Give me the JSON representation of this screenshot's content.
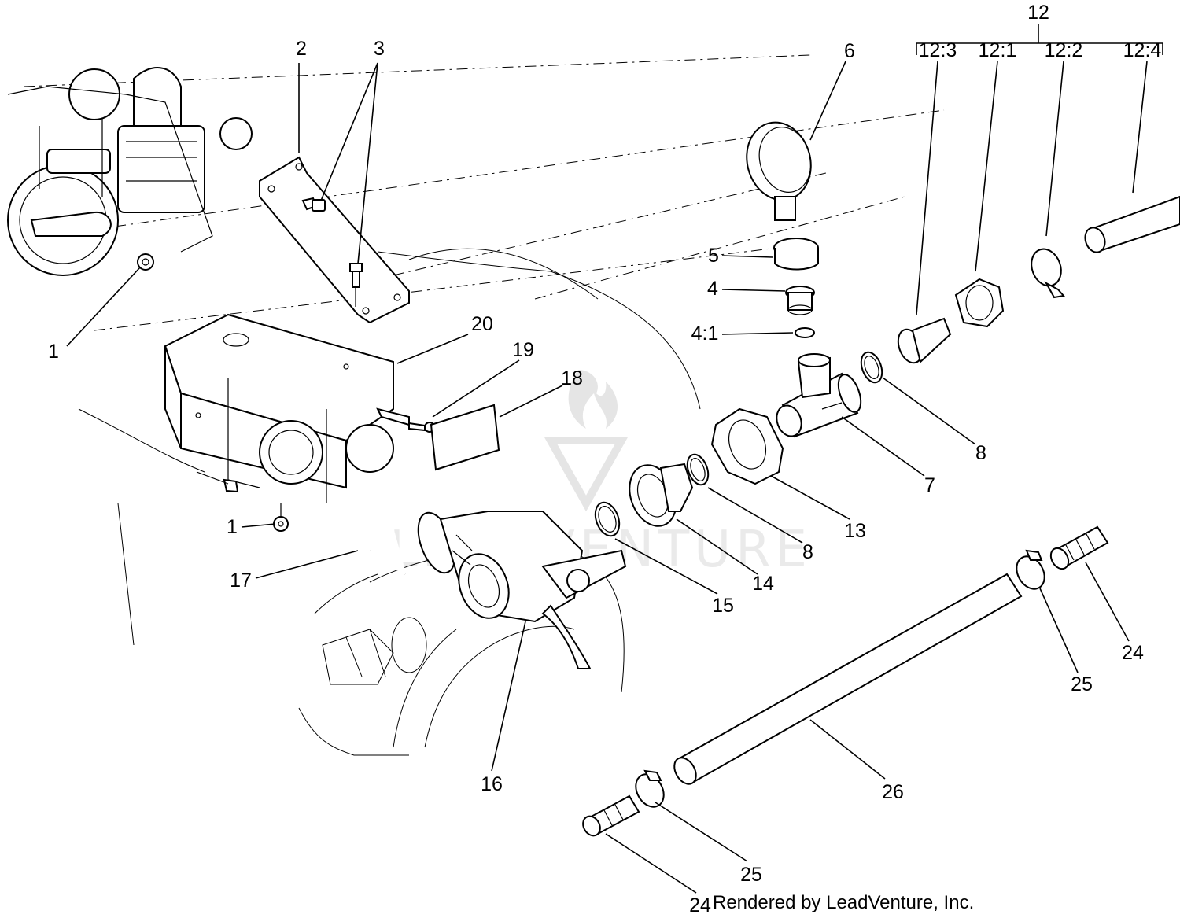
{
  "diagram": {
    "credit": "Rendered by LeadVenture, Inc.",
    "watermark": "LEADVENTURE",
    "group_label": "12",
    "callouts": [
      {
        "id": "c1a",
        "text": "1"
      },
      {
        "id": "c1b",
        "text": "1"
      },
      {
        "id": "c2",
        "text": "2"
      },
      {
        "id": "c3",
        "text": "3"
      },
      {
        "id": "c4",
        "text": "4"
      },
      {
        "id": "c4-1",
        "text": "4:1"
      },
      {
        "id": "c5",
        "text": "5"
      },
      {
        "id": "c6",
        "text": "6"
      },
      {
        "id": "c7",
        "text": "7"
      },
      {
        "id": "c8a",
        "text": "8"
      },
      {
        "id": "c8b",
        "text": "8"
      },
      {
        "id": "c12-1",
        "text": "12:1"
      },
      {
        "id": "c12-2",
        "text": "12:2"
      },
      {
        "id": "c12-3",
        "text": "12:3"
      },
      {
        "id": "c12-4",
        "text": "12:4"
      },
      {
        "id": "c13",
        "text": "13"
      },
      {
        "id": "c14",
        "text": "14"
      },
      {
        "id": "c15",
        "text": "15"
      },
      {
        "id": "c16",
        "text": "16"
      },
      {
        "id": "c17",
        "text": "17"
      },
      {
        "id": "c18",
        "text": "18"
      },
      {
        "id": "c19",
        "text": "19"
      },
      {
        "id": "c20",
        "text": "20"
      },
      {
        "id": "c24a",
        "text": "24"
      },
      {
        "id": "c24b",
        "text": "24"
      },
      {
        "id": "c25a",
        "text": "25"
      },
      {
        "id": "c25b",
        "text": "25"
      },
      {
        "id": "c26",
        "text": "26"
      }
    ]
  }
}
